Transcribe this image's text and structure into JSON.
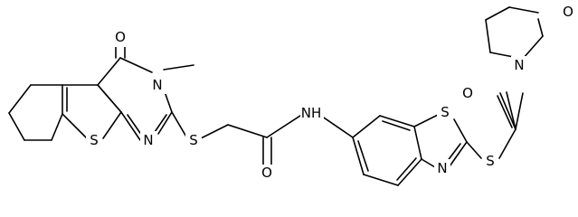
{
  "molecule": {
    "atoms": {
      "O_carbonyl_top": "O",
      "N_methyl": "N",
      "methyl_label": "methyl",
      "S_thiophene": "S",
      "N_pyrimidine": "N",
      "S_thioether_1": "S",
      "O_amide": "O",
      "NH_amide": "NH",
      "S_benzothiazole": "S",
      "N_benzothiazole": "N",
      "S_thioether_2": "S",
      "O_ketone": "O",
      "N_morpholine": "N",
      "O_morpholine": "O"
    }
  }
}
